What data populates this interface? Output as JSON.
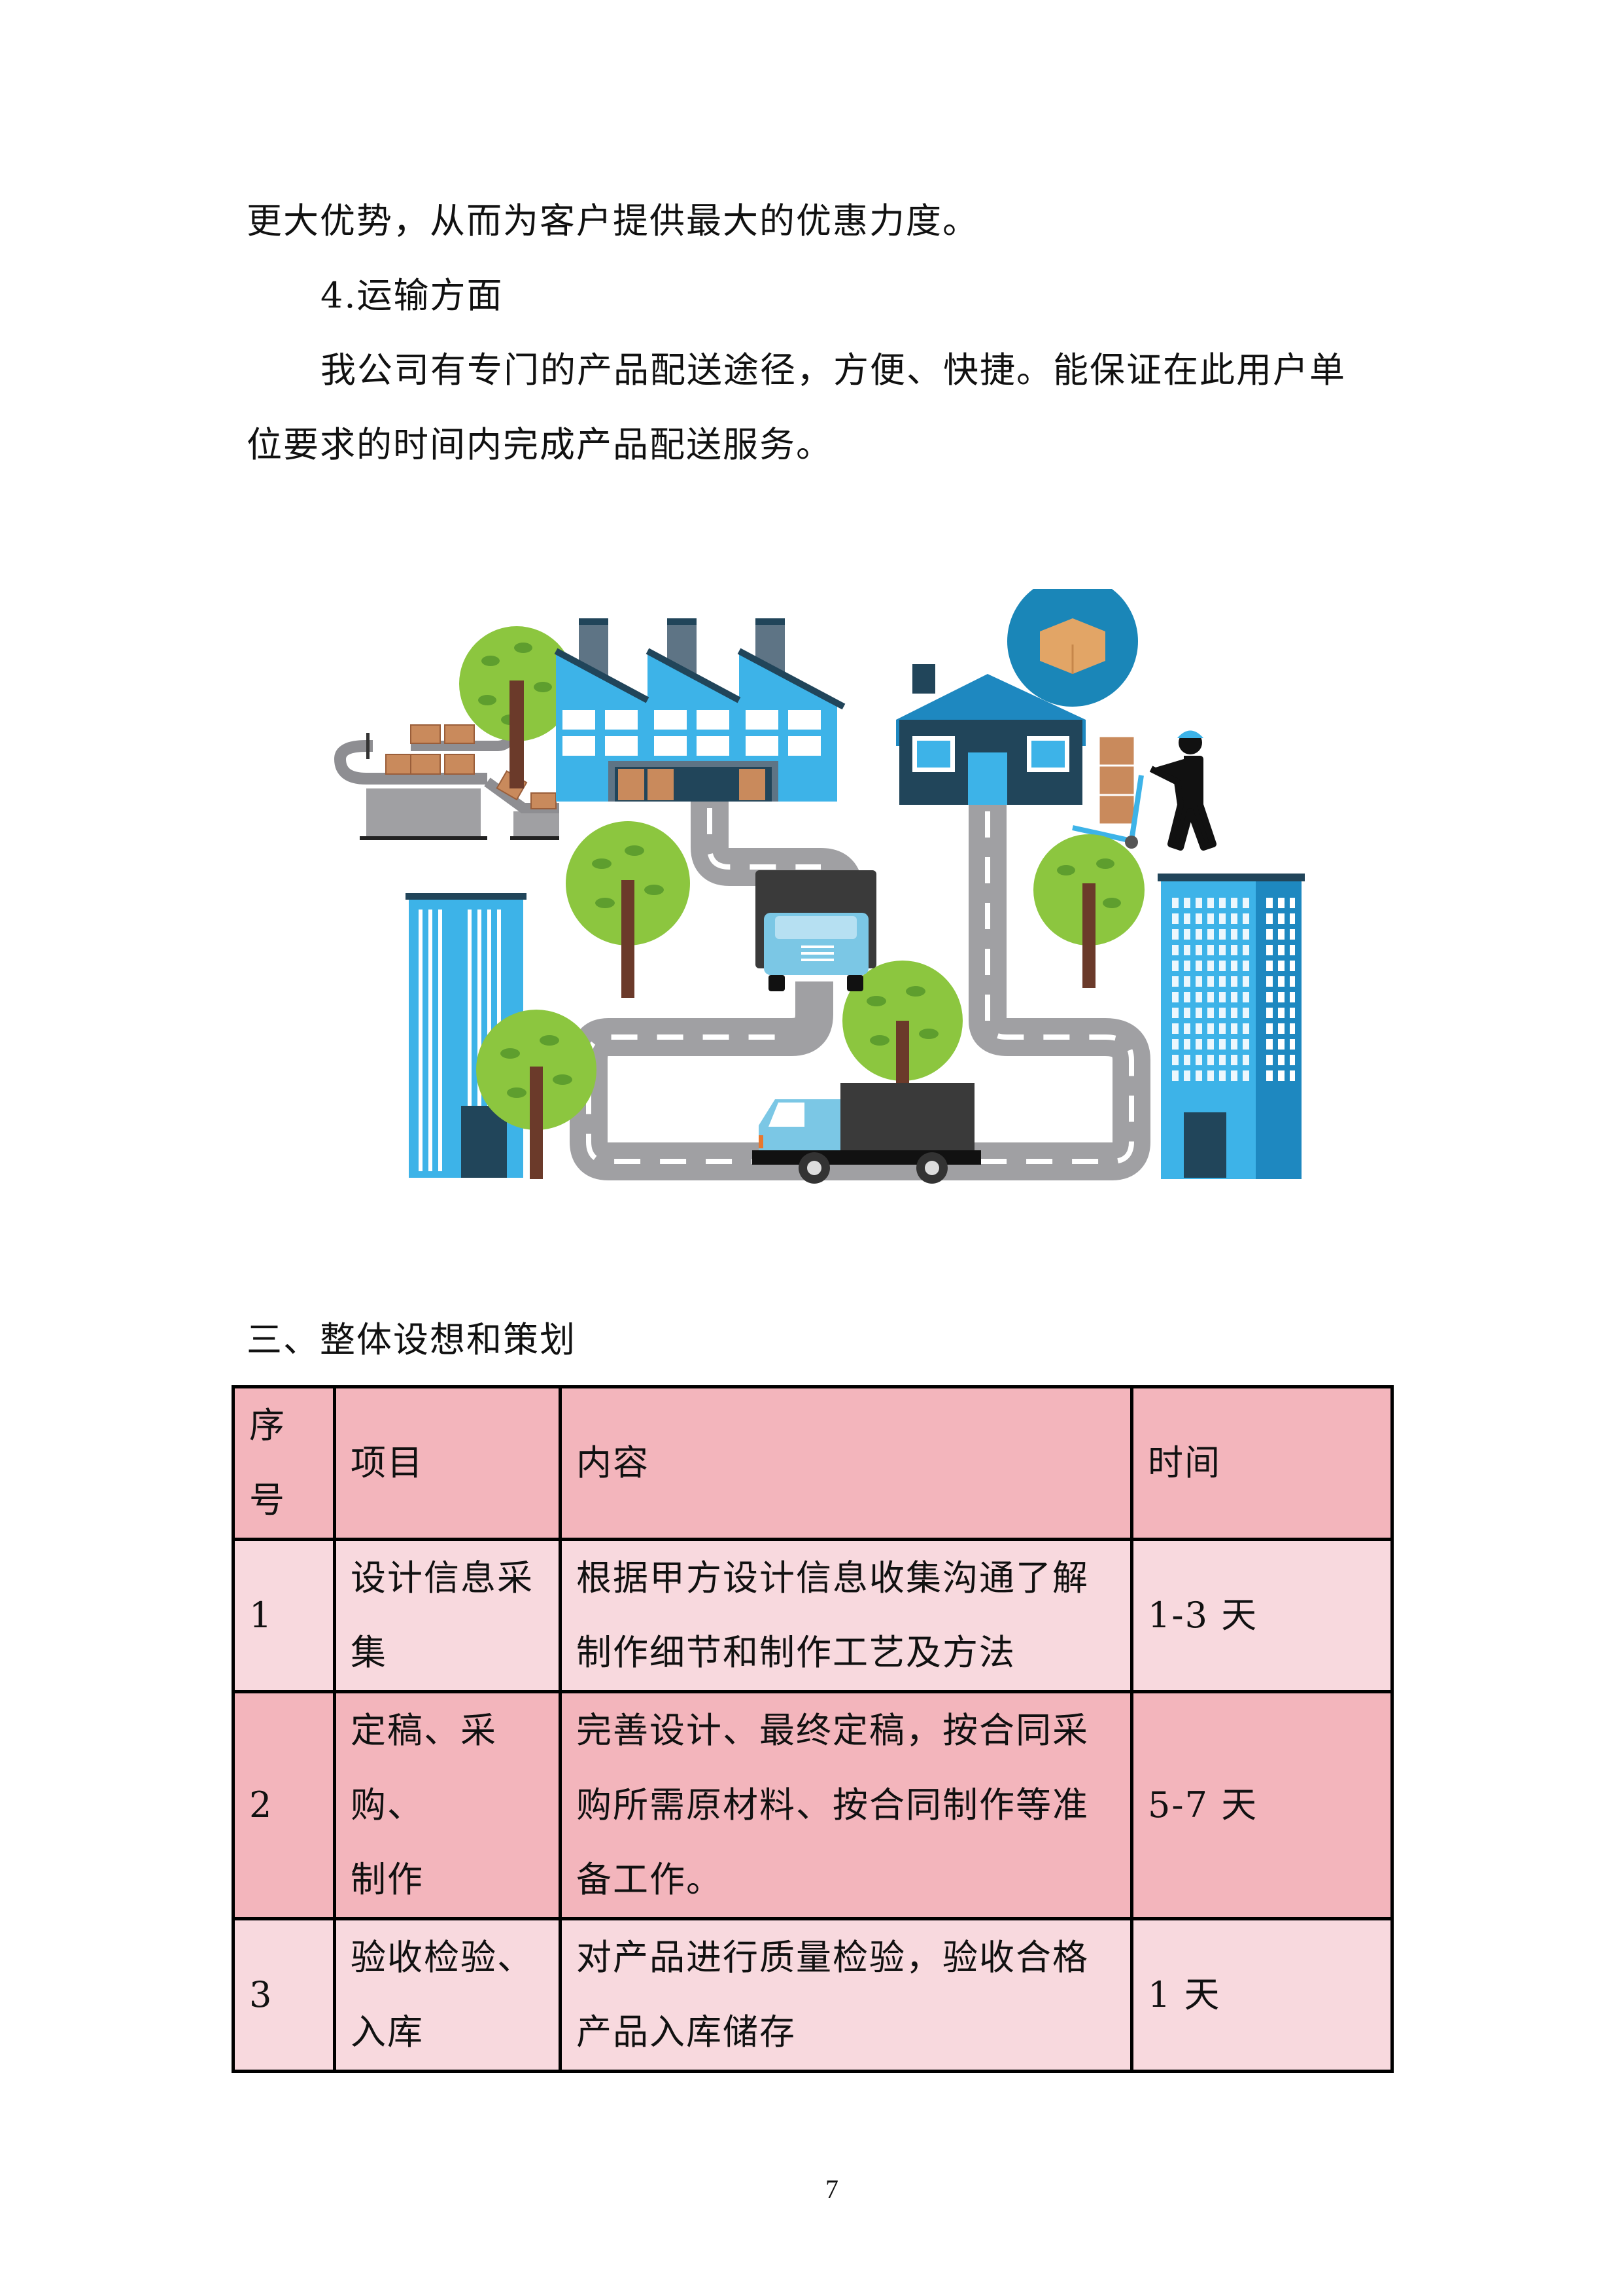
{
  "body_text": {
    "line1": "更大优势，从而为客户提供最大的优惠力度。",
    "subheading": "4.运输方面",
    "para_line1": "我公司有专门的产品配送途径，方便、快捷。能保证在此用户单",
    "para_line2": "位要求的时间内完成产品配送服务。"
  },
  "illustration": {
    "description": "logistics-illustration: factory with conveyor, delivery trucks on winding road, house with package badge, delivery man with hand truck, trees and office buildings",
    "colors": {
      "sky_blue": "#3DB3E8",
      "navy": "#21455A",
      "road_gray": "#A0A0A3",
      "tree_green": "#8CC63F",
      "leaf_dark": "#5E9E2E",
      "trunk_brown": "#6B3A2A",
      "box_brown": "#C98A5C",
      "truck_dark": "#3A3A3A",
      "truck_light_blue": "#7BC7E5"
    }
  },
  "section": {
    "heading": "三、整体设想和策划"
  },
  "table": {
    "colors": {
      "dark_row": "#F3B5BC",
      "light_row": "#F8D9DE",
      "border": "#000000"
    },
    "headers": [
      "序\n号",
      "项目",
      "内容",
      "时间"
    ],
    "rows": [
      {
        "no": "1",
        "item": "设计信息采\n集",
        "content": "根据甲方设计信息收集沟通了解\n制作细节和制作工艺及方法",
        "time": "1-3 天"
      },
      {
        "no": "2",
        "item": "定稿、采购、\n制作",
        "content": "完善设计、最终定稿，按合同采\n购所需原材料、按合同制作等准\n备工作。",
        "time": "5-7 天"
      },
      {
        "no": "3",
        "item": "验收检验、\n入库",
        "content": "对产品进行质量检验，验收合格\n产品入库储存",
        "time": "1 天"
      }
    ]
  },
  "footer": {
    "page_number": "7"
  }
}
